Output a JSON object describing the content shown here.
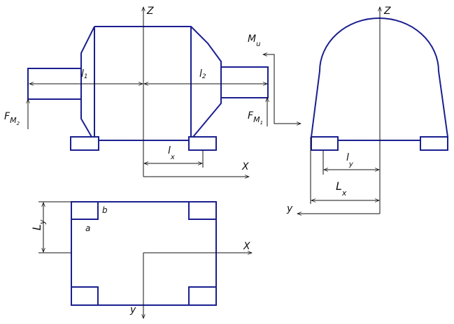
{
  "labels": {
    "z_front": "Z",
    "z_side": "Z",
    "x_front": "X",
    "x_plan": "X",
    "y_side": "y",
    "y_plan": "y",
    "l1_main": "l",
    "l1_sub": "1",
    "l2_main": "l",
    "l2_sub": "2",
    "lx_main": "l",
    "lx_sub": "x",
    "ly_main": "l",
    "ly_sub": "y",
    "Lx_main": "L",
    "Lx_sub": "x",
    "Ly_main": "L",
    "Ly_sub": "y",
    "Mu_main": "M",
    "Mu_sub": "u",
    "FM2_main": "F",
    "FM2_sub": "M",
    "FM2_subsub": "2",
    "FM1_main": "F",
    "FM1_sub": "M",
    "FM1_subsub": "1",
    "a": "a",
    "b": "b"
  },
  "colors": {
    "outline": "#1a1f8f",
    "dimension": "#111111"
  }
}
